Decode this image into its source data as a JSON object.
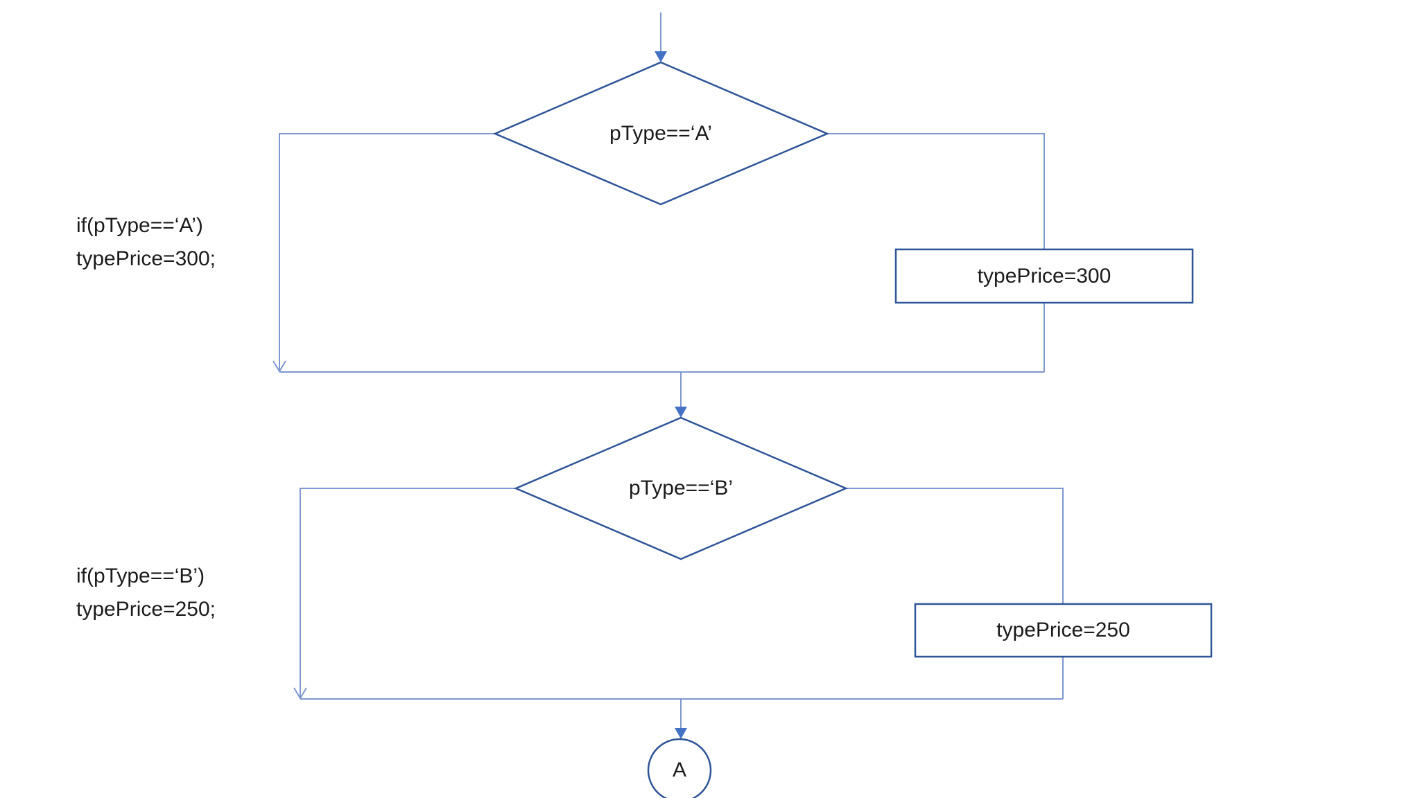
{
  "colors": {
    "shape_outline": "#2F5597",
    "connector_line": "#7D97CF",
    "arrowhead_fill": "#4472C4",
    "text": "#1b1b1b",
    "shape_fill": "#ffffff"
  },
  "nodes": {
    "decision1": {
      "label": "pType==‘A’"
    },
    "process1": {
      "label": "typePrice=300"
    },
    "decision2": {
      "label": "pType==‘B’"
    },
    "process2": {
      "label": "typePrice=250"
    },
    "terminal": {
      "label": "A"
    }
  },
  "annotations": {
    "code1": {
      "line1": "if(pType==‘A’)",
      "line2": "typePrice=300;"
    },
    "code2": {
      "line1": "if(pType==‘B’)",
      "line2": "typePrice=250;"
    }
  }
}
